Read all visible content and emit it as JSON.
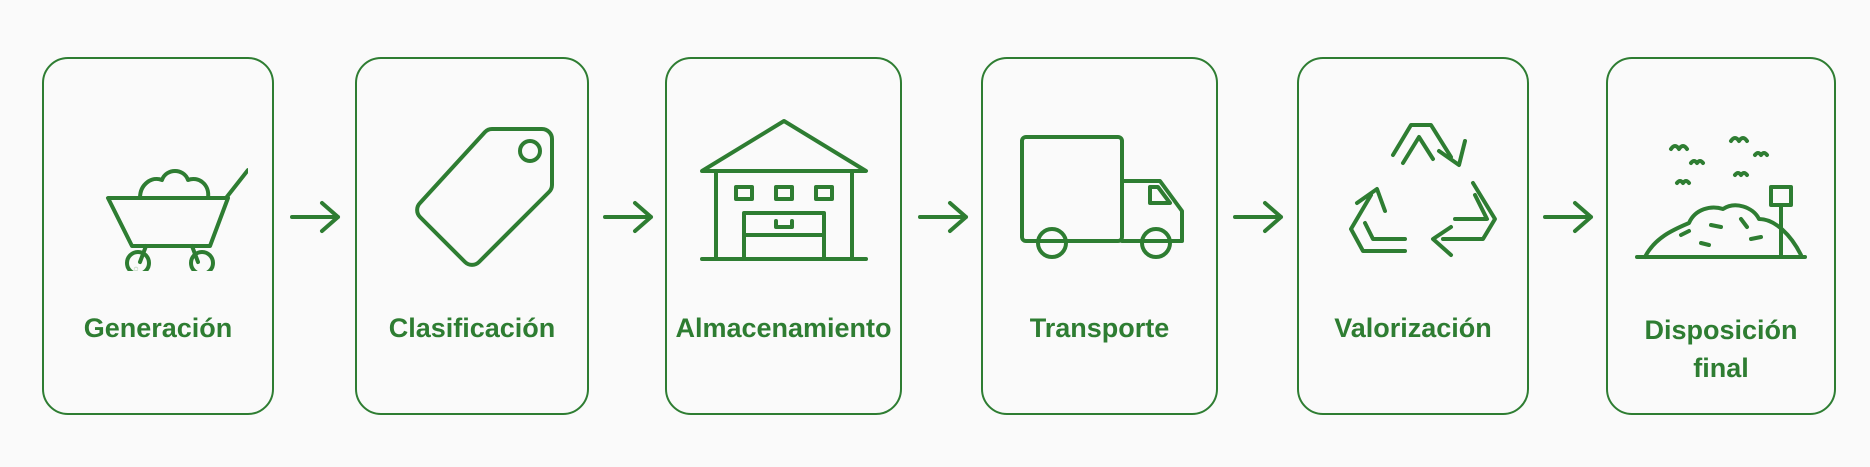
{
  "diagram": {
    "steps": [
      {
        "label": "Generación",
        "icon": "wheelbarrow-icon"
      },
      {
        "label": "Clasificación",
        "icon": "tag-icon"
      },
      {
        "label": "Almacenamiento",
        "icon": "warehouse-icon"
      },
      {
        "label": "Transporte",
        "icon": "truck-icon"
      },
      {
        "label": "Valorización",
        "icon": "recycle-icon"
      },
      {
        "label": "Disposición\nfinal",
        "icon": "landfill-icon"
      }
    ],
    "colors": {
      "accent": "#2e7d32",
      "background": "#fafafa"
    }
  }
}
